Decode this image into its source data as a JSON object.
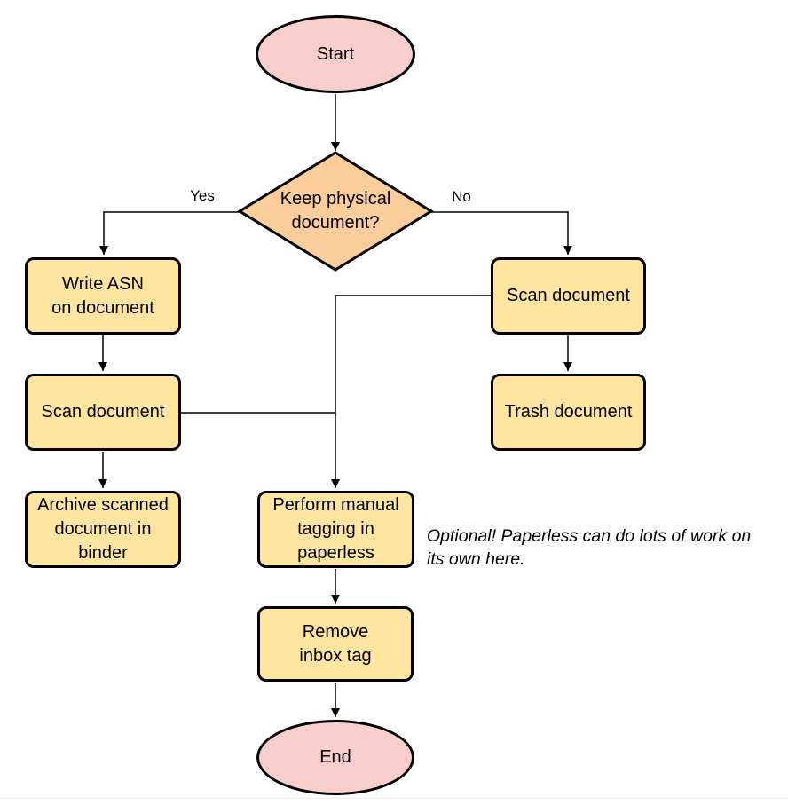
{
  "colors": {
    "terminal_fill": "#f8cecc",
    "process_fill": "#ffe5a0",
    "decision_fill": "#facd9b",
    "stroke": "#000000",
    "canvas_bg": "#ffffff",
    "baseline_line": "#ebebde"
  },
  "flowchart": {
    "nodes": {
      "start": {
        "label": "Start",
        "type": "terminal"
      },
      "decision": {
        "label": "Keep physical\ndocument?",
        "type": "decision"
      },
      "write_asn": {
        "label": "Write ASN\non document",
        "type": "process"
      },
      "scan_left": {
        "label": "Scan document",
        "type": "process"
      },
      "archive": {
        "label": "Archive scanned\ndocument in\nbinder",
        "type": "process"
      },
      "scan_right": {
        "label": "Scan document",
        "type": "process"
      },
      "trash": {
        "label": "Trash document",
        "type": "process"
      },
      "tagging": {
        "label": "Perform manual\ntagging in\npaperless",
        "type": "process"
      },
      "remove_inbox": {
        "label": "Remove\ninbox tag",
        "type": "process"
      },
      "end": {
        "label": "End",
        "type": "terminal"
      }
    },
    "edge_labels": {
      "yes": "Yes",
      "no": "No"
    },
    "note": "Optional! Paperless can do lots of work on\nits own here."
  }
}
